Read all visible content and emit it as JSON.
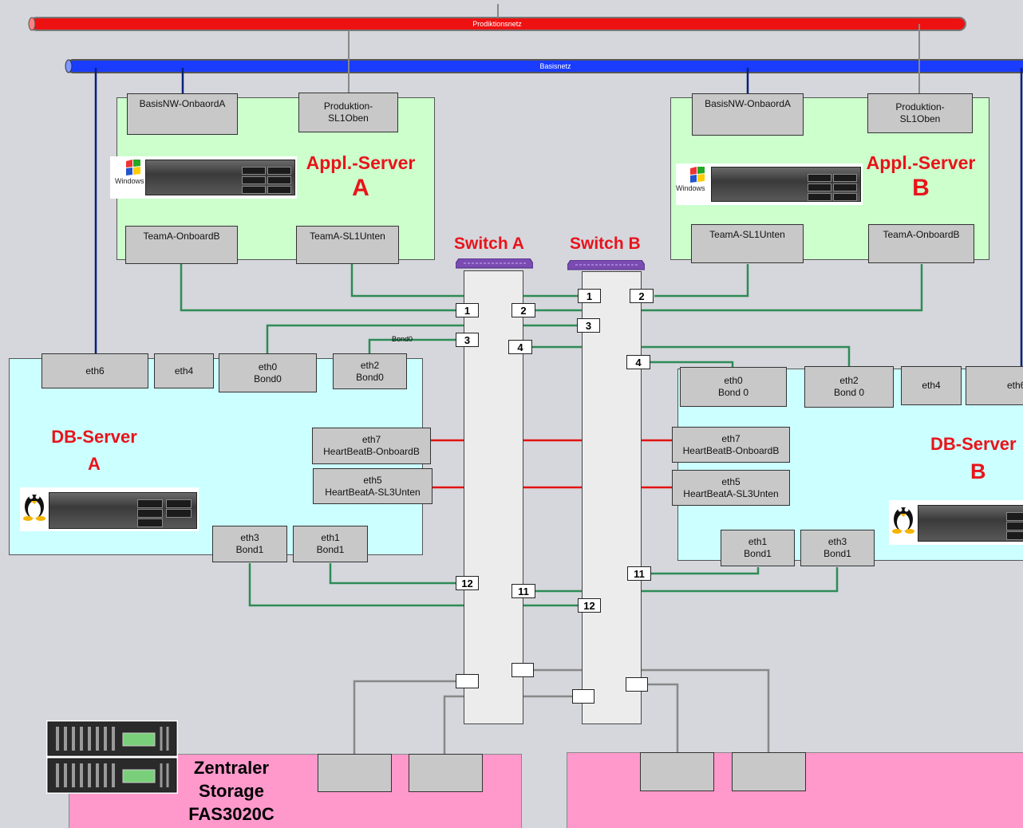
{
  "networks": {
    "production": "Prodiktionsnetz",
    "base": "Basisnetz"
  },
  "app_server_a": {
    "title_line1": "Appl.-Server",
    "title_line2": "A",
    "os_logo": "Windows",
    "nics": {
      "basis": "BasisNW-OnbaordA",
      "prod_line1": "Produktion-",
      "prod_line2": "SL1Oben",
      "team_onboard": "TeamA-OnboardB",
      "team_sl1": "TeamA-SL1Unten"
    }
  },
  "app_server_b": {
    "title_line1": "Appl.-Server",
    "title_line2": "B",
    "os_logo": "Windows",
    "nics": {
      "basis": "BasisNW-OnbaordA",
      "prod_line1": "Produktion-",
      "prod_line2": "SL1Oben",
      "team_sl1": "TeamA-SL1Unten",
      "team_onboard": "TeamA-OnboardB"
    }
  },
  "switches": {
    "a_label": "Switch A",
    "b_label": "Switch B",
    "bond_tag": "Bond0",
    "a_ports": {
      "p1": "1",
      "p3": "3",
      "p12": "12"
    },
    "a_mid_ports": {
      "p2": "2",
      "p4": "4",
      "p11": "11"
    },
    "b_ports": {
      "p1": "1",
      "p3": "3",
      "p12": "12"
    },
    "b_right_ports": {
      "p2": "2",
      "p4": "4",
      "p11": "11"
    }
  },
  "db_server_a": {
    "title_line1": "DB-Server",
    "title_line2": "A",
    "nics": {
      "eth6": "eth6",
      "eth4": "eth4",
      "eth0_l1": "eth0",
      "eth0_l2": "Bond0",
      "eth2_l1": "eth2",
      "eth2_l2": "Bond0",
      "eth7_l1": "eth7",
      "eth7_l2": "HeartBeatB-OnboardB",
      "eth5_l1": "eth5",
      "eth5_l2": "HeartBeatA-SL3Unten",
      "eth3_l1": "eth3",
      "eth3_l2": "Bond1",
      "eth1_l1": "eth1",
      "eth1_l2": "Bond1"
    }
  },
  "db_server_b": {
    "title_line1": "DB-Server",
    "title_line2": "B",
    "nics": {
      "eth0_l1": "eth0",
      "eth0_l2": "Bond 0",
      "eth2_l1": "eth2",
      "eth2_l2": "Bond 0",
      "eth4": "eth4",
      "eth6": "eth6",
      "eth7_l1": "eth7",
      "eth7_l2": "HeartBeatB-OnboardB",
      "eth5_l1": "eth5",
      "eth5_l2": "HeartBeatA-SL3Unten",
      "eth1_l1": "eth1",
      "eth1_l2": "Bond1",
      "eth3_l1": "eth3",
      "eth3_l2": "Bond1"
    }
  },
  "storage": {
    "line1": "Zentraler",
    "line2": "Storage",
    "line3": "FAS3020C"
  },
  "colors": {
    "production_net": "#ee1111",
    "base_net": "#1a3cff",
    "green_link": "#2e8b57",
    "heartbeat": "#e31212",
    "title_red": "#e8141b",
    "vertical_blue": "#0b1f7a"
  }
}
